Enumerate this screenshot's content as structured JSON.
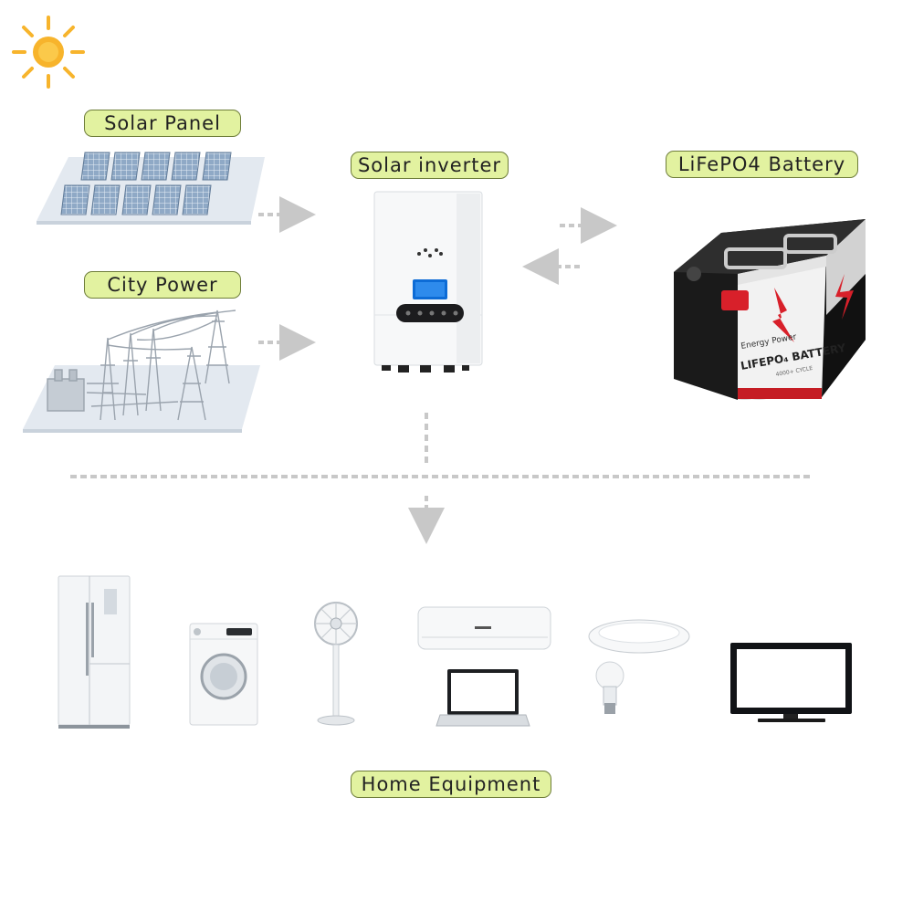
{
  "labels": {
    "solar_panel": "Solar Panel",
    "city_power": "City Power",
    "solar_inverter": "Solar inverter",
    "battery": "LiFePO4 Battery",
    "home_equipment": "Home Equipment"
  },
  "battery_print": {
    "brand": "Energy Power",
    "model": "LIFEPO₄ BATTERY",
    "cycle": "4000+ CYCLE"
  },
  "colors": {
    "label_fill": "#e2f2a0",
    "label_border": "#6e7d3a",
    "sun": "#f7b42c",
    "arrow": "#c8c8c8",
    "battery_red": "#d8202a"
  },
  "icons": [
    "sun-icon",
    "solar-panel-icon",
    "power-grid-icon",
    "inverter-icon",
    "battery-icon",
    "fridge-icon",
    "washing-machine-icon",
    "fan-icon",
    "air-conditioner-icon",
    "laptop-icon",
    "ceiling-lamp-icon",
    "light-bulb-icon",
    "tv-icon"
  ]
}
